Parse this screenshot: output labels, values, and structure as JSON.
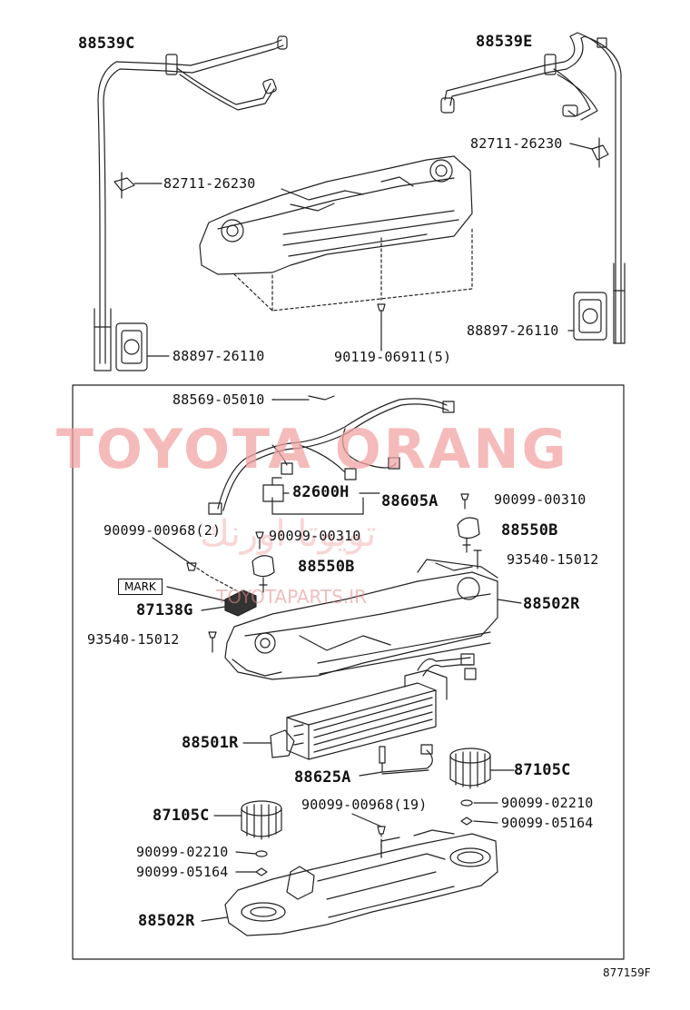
{
  "diagram_id": "877159F",
  "watermark": {
    "main": "TOYOTA ORANG",
    "arabic": "تويوتا اورنك",
    "url": "TOYOTAPARTS.IR"
  },
  "parts": {
    "p88539c": "88539C",
    "p88539e": "88539E",
    "p82711_left": "82711-26230",
    "p82711_right": "82711-26230",
    "p88897_left": "88897-26110",
    "p88897_right": "88897-26110",
    "p90119": "90119-06911(5)",
    "p88569": "88569-05010",
    "p82600h": "82600H",
    "p88605a": "88605A",
    "p90099_00310_a": "90099-00310",
    "p90099_00968_2": "90099-00968(2)",
    "p90099_00310_b": "90099-00310",
    "p88550b_right": "88550B",
    "p93540_right": "93540-15012",
    "p88550b_left": "88550B",
    "mark": "MARK",
    "p87138g": "87138G",
    "p88502r_top": "88502R",
    "p93540_left": "93540-15012",
    "p88501r": "88501R",
    "p88625a": "88625A",
    "p87105c_right": "87105C",
    "p90099_00968_19": "90099-00968(19)",
    "p90099_02210_right": "90099-02210",
    "p87105c_left": "87105C",
    "p90099_05164_right": "90099-05164",
    "p90099_02210_left": "90099-02210",
    "p90099_05164_left": "90099-05164",
    "p88502r_bottom": "88502R"
  }
}
